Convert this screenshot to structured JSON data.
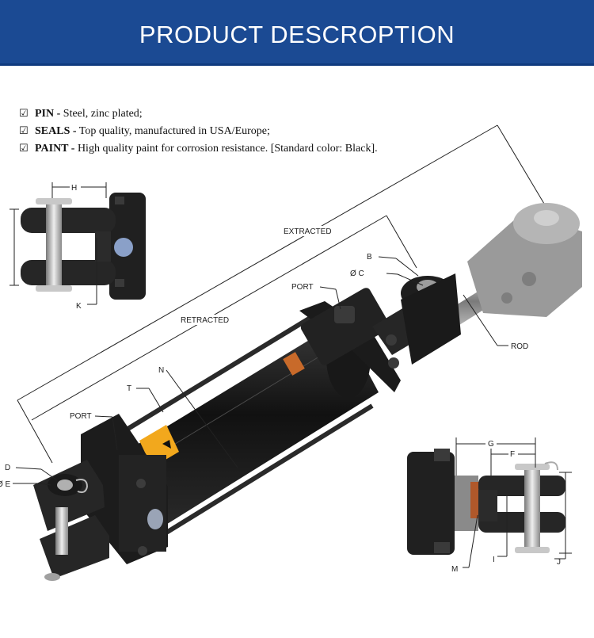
{
  "header": {
    "title": "PRODUCT DESCROPTION"
  },
  "features": [
    {
      "check": "☑",
      "key": "PIN -",
      "text": " Steel, zinc plated;"
    },
    {
      "check": "☑",
      "key": "SEALS -",
      "text": " Top quality, manufactured in USA/Europe;"
    },
    {
      "check": "☑",
      "key": "PAINT -",
      "text": " High quality paint for corrosion resistance. [Standard color: Black]."
    }
  ],
  "labels": {
    "extracted": "EXTRACTED",
    "retracted": "RETRACTED",
    "port_top": "PORT",
    "port_bottom": "PORT",
    "rod": "ROD",
    "b": "B",
    "c": "Ø C",
    "d": "D",
    "e": "Ø E",
    "n": "N",
    "t": "T",
    "h": "H",
    "k": "K",
    "g": "G",
    "f": "F",
    "m": "M",
    "i": "I",
    "j": "J"
  },
  "colors": {
    "header_band": "#1b4a93",
    "cylinder": "#1e1e1e",
    "rod_extended": "#a8a8a8",
    "label_sticker": "#f2a81d"
  }
}
